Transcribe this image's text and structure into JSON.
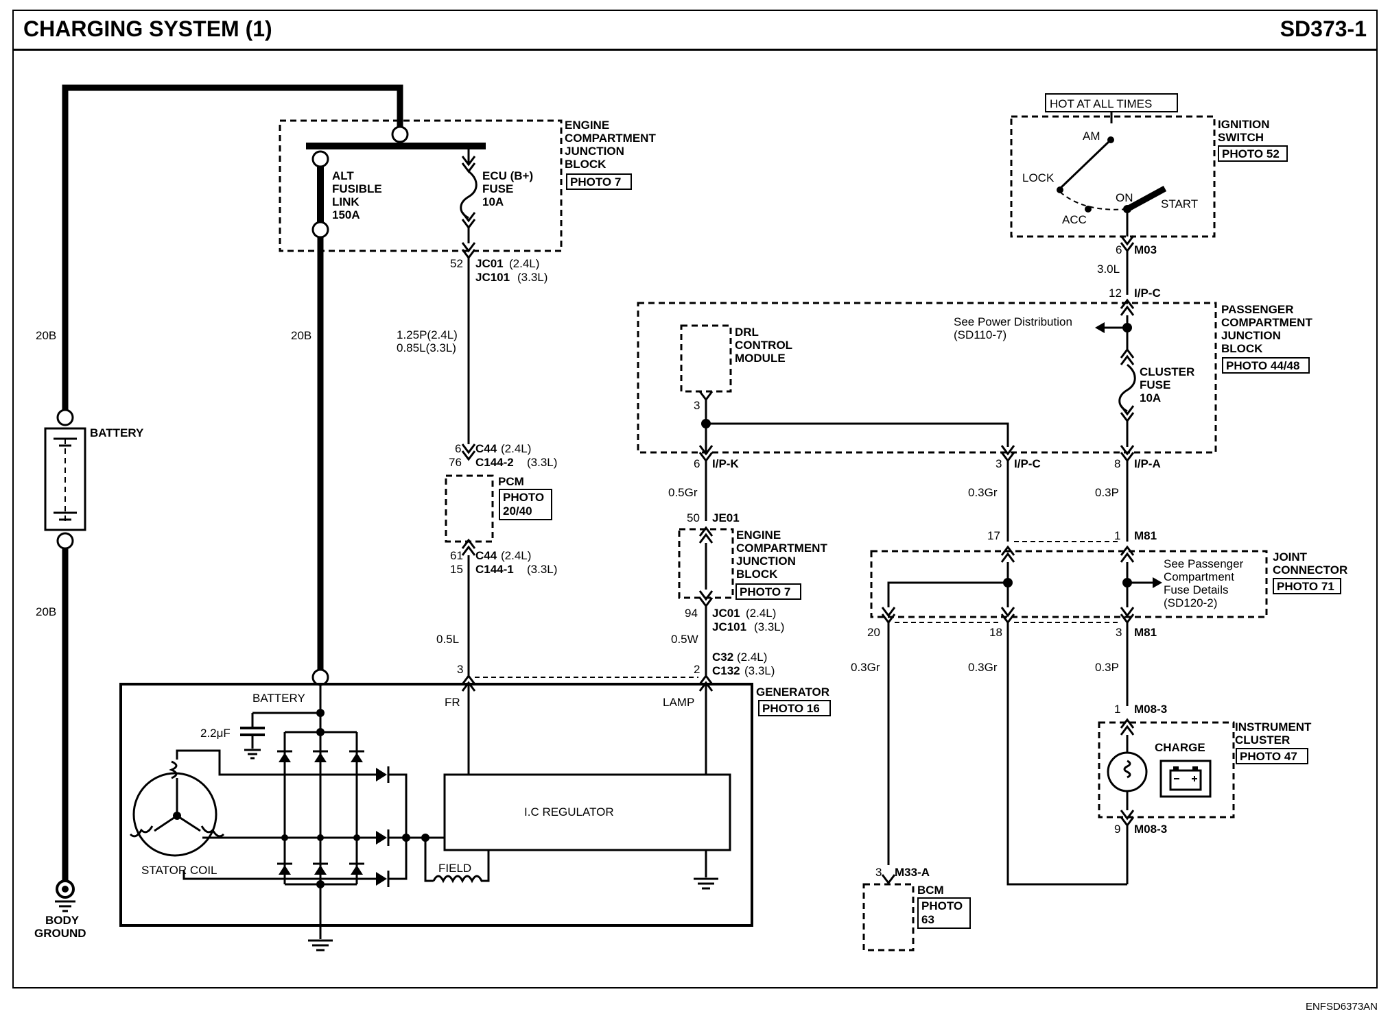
{
  "header": {
    "title": "CHARGING SYSTEM (1)",
    "code": "SD373-1"
  },
  "footer": {
    "code": "ENFSD6373AN"
  },
  "battery": {
    "label": "BATTERY",
    "wire_top": "20B",
    "wire_bottom": "20B",
    "ground_label_1": "BODY",
    "ground_label_2": "GROUND"
  },
  "engine_jb_top": {
    "title_1": "ENGINE",
    "title_2": "COMPARTMENT",
    "title_3": "JUNCTION",
    "title_4": "BLOCK",
    "photo": "PHOTO 7",
    "alt_link_1": "ALT",
    "alt_link_2": "FUSIBLE",
    "alt_link_3": "LINK",
    "alt_link_4": "150A",
    "ecu_fuse_1": "ECU (B+)",
    "ecu_fuse_2": "FUSE",
    "ecu_fuse_3": "10A",
    "alt_wire": "20B"
  },
  "pcm_path": {
    "pin_jc": "52",
    "conn_jc1": "JC01",
    "conn_jc1_sfx": "(2.4L)",
    "conn_jc2": "JC101",
    "conn_jc2_sfx": "(3.3L)",
    "wire_1": "1.25P(2.4L)",
    "wire_2": "0.85L(3.3L)",
    "pin_c44a": "6",
    "pin_c144a": "76",
    "conn_c44a": "C44",
    "conn_c44a_sfx": "(2.4L)",
    "conn_c144a": "C144-2",
    "conn_c144a_sfx": "(3.3L)",
    "pcm_label": "PCM",
    "pcm_photo_1": "PHOTO",
    "pcm_photo_2": "20/40",
    "pin_c44b": "61",
    "pin_c144b": "15",
    "conn_c44b": "C44",
    "conn_c44b_sfx": "(2.4L)",
    "conn_c144b": "C144-1",
    "conn_c144b_sfx": "(3.3L)",
    "wire_fr": "0.5L",
    "pin_fr": "3"
  },
  "drl": {
    "title_1": "DRL",
    "title_2": "CONTROL",
    "title_3": "MODULE",
    "pin": "3",
    "pin_ipk": "6",
    "conn_ipk": "I/P-K",
    "wire_1": "0.5Gr",
    "pin_je": "50",
    "conn_je": "JE01",
    "ecjb_1": "ENGINE",
    "ecjb_2": "COMPARTMENT",
    "ecjb_3": "JUNCTION",
    "ecjb_4": "BLOCK",
    "ecjb_photo": "PHOTO 7",
    "pin_jc": "94",
    "conn_jc1": "JC01",
    "conn_jc1_sfx": "(2.4L)",
    "conn_jc2": "JC101",
    "conn_jc2_sfx": "(3.3L)",
    "wire_2": "0.5W",
    "pin_lamp": "2",
    "conn_c32": "C32",
    "conn_c32_sfx": "(2.4L)",
    "conn_c132": "C132",
    "conn_c132_sfx": "(3.3L)"
  },
  "generator": {
    "title": "GENERATOR",
    "photo": "PHOTO 16",
    "battery_term": "BATTERY",
    "fr_term": "FR",
    "lamp_term": "LAMP",
    "capacitor": "2.2μF",
    "regulator": "I.C REGULATOR",
    "stator": "STATOR COIL",
    "field": "FIELD"
  },
  "ignition": {
    "hot_label": "HOT AT ALL TIMES",
    "title_1": "IGNITION",
    "title_2": "SWITCH",
    "photo": "PHOTO 52",
    "am": "AM",
    "lock": "LOCK",
    "acc": "ACC",
    "on": "ON",
    "start": "START",
    "pin": "6",
    "conn": "M03",
    "wire": "3.0L"
  },
  "pcjb": {
    "pin_ipc": "12",
    "conn_ipc": "I/P-C",
    "title_1": "PASSENGER",
    "title_2": "COMPARTMENT",
    "title_3": "JUNCTION",
    "title_4": "BLOCK",
    "photo": "PHOTO 44/48",
    "see_1": "See Power Distribution",
    "see_2": "(SD110-7)",
    "fuse_1": "CLUSTER",
    "fuse_2": "FUSE",
    "fuse_3": "10A",
    "pin_ipc3": "3",
    "conn_ipc3": "I/P-C",
    "pin_ipa": "8",
    "conn_ipa": "I/P-A",
    "wire_gr": "0.3Gr",
    "wire_p": "0.3P"
  },
  "joint": {
    "pin_17": "17",
    "pin_1": "1",
    "conn_m81a": "M81",
    "title_1": "JOINT",
    "title_2": "CONNECTOR",
    "photo": "PHOTO 71",
    "see_1": "See Passenger",
    "see_2": "Compartment",
    "see_3": "Fuse Details",
    "see_4": "(SD120-2)",
    "pin_20": "20",
    "pin_18": "18",
    "pin_3": "3",
    "conn_m81b": "M81",
    "wire_20": "0.3Gr",
    "wire_18": "0.3Gr",
    "wire_3": "0.3P"
  },
  "cluster": {
    "pin_top": "1",
    "conn_top": "M08-3",
    "charge": "CHARGE",
    "title_1": "INSTRUMENT",
    "title_2": "CLUSTER",
    "photo": "PHOTO 47",
    "pin_bot": "9",
    "conn_bot": "M08-3"
  },
  "bcm": {
    "pin": "3",
    "conn": "M33-A",
    "label": "BCM",
    "photo_1": "PHOTO",
    "photo_2": "63"
  }
}
